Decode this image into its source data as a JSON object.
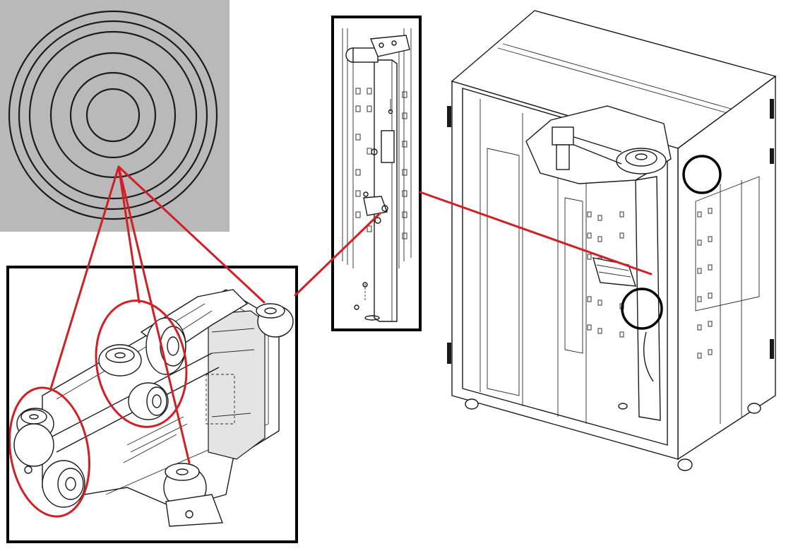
{
  "figure": {
    "background_color": "#ffffff",
    "zoom_background_color": "#b9b9b9",
    "callout_color": "#d21f26",
    "frame_color": "#000000"
  },
  "zoom_view": {
    "ring_count": 6
  },
  "wheel_assembly_view": {
    "callout_count": 4
  },
  "column_view": {},
  "cabinet_view": {
    "highlight_count": 2
  }
}
